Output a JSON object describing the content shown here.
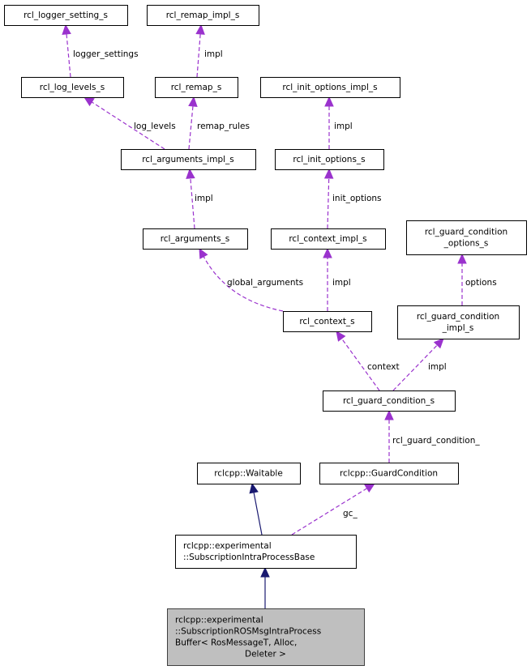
{
  "colors": {
    "member_edge": "#9a32cd",
    "inherit_edge": "#191970",
    "focus_fill": "#bfbfbf",
    "node_border": "#000000"
  },
  "nodes": [
    {
      "id": "logger_setting",
      "lines": [
        "rcl_logger_setting_s"
      ]
    },
    {
      "id": "remap_impl",
      "lines": [
        "rcl_remap_impl_s"
      ]
    },
    {
      "id": "log_levels",
      "lines": [
        "rcl_log_levels_s"
      ]
    },
    {
      "id": "remap",
      "lines": [
        "rcl_remap_s"
      ]
    },
    {
      "id": "init_options_impl",
      "lines": [
        "rcl_init_options_impl_s"
      ]
    },
    {
      "id": "arguments_impl",
      "lines": [
        "rcl_arguments_impl_s"
      ]
    },
    {
      "id": "init_options",
      "lines": [
        "rcl_init_options_s"
      ]
    },
    {
      "id": "arguments",
      "lines": [
        "rcl_arguments_s"
      ]
    },
    {
      "id": "context_impl",
      "lines": [
        "rcl_context_impl_s"
      ]
    },
    {
      "id": "guard_condition_options",
      "lines": [
        "rcl_guard_condition",
        "_options_s"
      ]
    },
    {
      "id": "context",
      "lines": [
        "rcl_context_s"
      ]
    },
    {
      "id": "guard_condition_impl",
      "lines": [
        "rcl_guard_condition",
        "_impl_s"
      ]
    },
    {
      "id": "guard_condition",
      "lines": [
        "rcl_guard_condition_s"
      ]
    },
    {
      "id": "waitable",
      "lines": [
        "rclcpp::Waitable"
      ]
    },
    {
      "id": "rclcpp_guard_condition",
      "lines": [
        "rclcpp::GuardCondition"
      ]
    },
    {
      "id": "sub_intra_base",
      "lines": [
        "rclcpp::experimental",
        "::SubscriptionIntraProcessBase"
      ]
    },
    {
      "id": "sub_ros_msg_buffer",
      "lines": [
        "rclcpp::experimental",
        "::SubscriptionROSMsgIntraProcess",
        "Buffer< RosMessageT, Alloc,",
        "Deleter >"
      ],
      "focus": true
    }
  ],
  "edges": [
    {
      "from": "log_levels",
      "to": "logger_setting",
      "label": "logger_settings",
      "kind": "member"
    },
    {
      "from": "remap",
      "to": "remap_impl",
      "label": "impl",
      "kind": "member"
    },
    {
      "from": "arguments_impl",
      "to": "log_levels",
      "label": "log_levels",
      "kind": "member"
    },
    {
      "from": "arguments_impl",
      "to": "remap",
      "label": "remap_rules",
      "kind": "member"
    },
    {
      "from": "init_options",
      "to": "init_options_impl",
      "label": "impl",
      "kind": "member"
    },
    {
      "from": "arguments",
      "to": "arguments_impl",
      "label": "impl",
      "kind": "member"
    },
    {
      "from": "context_impl",
      "to": "init_options",
      "label": "init_options",
      "kind": "member"
    },
    {
      "from": "context",
      "to": "arguments",
      "label": "global_arguments",
      "kind": "member"
    },
    {
      "from": "context",
      "to": "context_impl",
      "label": "impl",
      "kind": "member"
    },
    {
      "from": "guard_condition_impl",
      "to": "guard_condition_options",
      "label": "options",
      "kind": "member"
    },
    {
      "from": "guard_condition",
      "to": "context",
      "label": "context",
      "kind": "member"
    },
    {
      "from": "guard_condition",
      "to": "guard_condition_impl",
      "label": "impl",
      "kind": "member"
    },
    {
      "from": "rclcpp_guard_condition",
      "to": "guard_condition",
      "label": "rcl_guard_condition_",
      "kind": "member"
    },
    {
      "from": "sub_intra_base",
      "to": "waitable",
      "label": "",
      "kind": "inherit"
    },
    {
      "from": "sub_intra_base",
      "to": "rclcpp_guard_condition",
      "label": "gc_",
      "kind": "member"
    },
    {
      "from": "sub_ros_msg_buffer",
      "to": "sub_intra_base",
      "label": "",
      "kind": "inherit"
    }
  ]
}
